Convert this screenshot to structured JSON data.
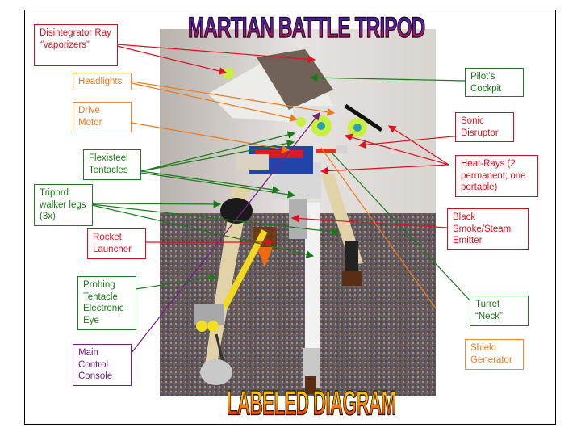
{
  "titles": {
    "top": "MARTIAN  BATTLE TRIPOD",
    "bottom": "LABELED DIAGRAM"
  },
  "colors": {
    "weapon_label": "#e0101e",
    "system_label": "#f07a1a",
    "structure_label": "#1a7a1a",
    "control_label": "#7a1a8a",
    "frame_border": "#000000"
  },
  "labels": {
    "disintegrator": "Disintegrator Ray “Vaporizers”",
    "headlights": "Headlights",
    "drive_motor": "Drive Motor",
    "flexisteel": "Flexisteel Tentacles",
    "legs": "Tripord walker legs (3x)",
    "rocket": "Rocket Launcher",
    "probing": "Probing Tentacle Electronic Eye",
    "console": "Main Control Console",
    "cockpit": "Pilot’s Cockpit",
    "sonic": "Sonic Disruptor",
    "heatrays": "Heat-Rays (2 permanent; one portable)",
    "smoke": "Black Smoke/Steam Emitter",
    "neck": "Turret “Neck”",
    "shield": "Shield Generator"
  },
  "photo": {
    "subject": "lego-martian-tripod-model"
  }
}
